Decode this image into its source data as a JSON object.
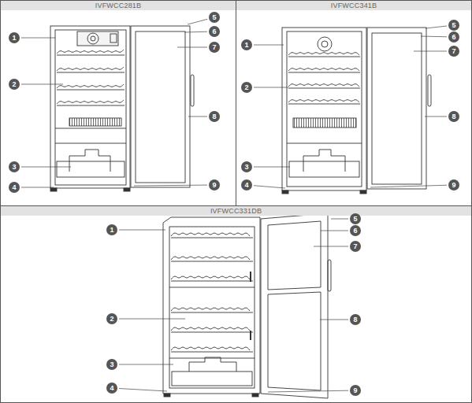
{
  "diagram": {
    "nodes": [
      {
        "text": [
          "IVFWCC281B"
        ]
      },
      {
        "text": [
          "1"
        ],
        "in": 0
      },
      {
        "text": [
          "2"
        ],
        "in": 0
      },
      {
        "text": [
          "3"
        ],
        "in": 0
      },
      {
        "text": [
          "4"
        ],
        "in": 0
      },
      {
        "text": [
          "5"
        ],
        "in": 0
      },
      {
        "text": [
          "6"
        ],
        "in": 0
      },
      {
        "text": [
          "7"
        ],
        "in": 0
      },
      {
        "text": [
          "8"
        ],
        "in": 0
      },
      {
        "text": [
          "9"
        ],
        "in": 0
      },
      {
        "text": [
          "IVFWCC341B"
        ]
      },
      {
        "text": [
          "1"
        ],
        "in": 10
      },
      {
        "text": [
          "2"
        ],
        "in": 10
      },
      {
        "text": [
          "3"
        ],
        "in": 10
      },
      {
        "text": [
          "4"
        ],
        "in": 10
      },
      {
        "text": [
          "5"
        ],
        "in": 10
      },
      {
        "text": [
          "6"
        ],
        "in": 10
      },
      {
        "text": [
          "7"
        ],
        "in": 10
      },
      {
        "text": [
          "8"
        ],
        "in": 10
      },
      {
        "text": [
          "9"
        ],
        "in": 10
      },
      {
        "text": [
          "IVFWCC331DB"
        ]
      },
      {
        "text": [
          "1"
        ],
        "in": 20
      },
      {
        "text": [
          "2"
        ],
        "in": 20
      },
      {
        "text": [
          "3"
        ],
        "in": 20
      },
      {
        "text": [
          "4"
        ],
        "in": 20
      },
      {
        "text": [
          "5"
        ],
        "in": 20
      },
      {
        "text": [
          "6"
        ],
        "in": 20
      },
      {
        "text": [
          "7"
        ],
        "in": 20
      },
      {
        "text": [
          "8"
        ],
        "in": 20
      },
      {
        "text": [
          "9"
        ],
        "in": 20
      }
    ]
  }
}
